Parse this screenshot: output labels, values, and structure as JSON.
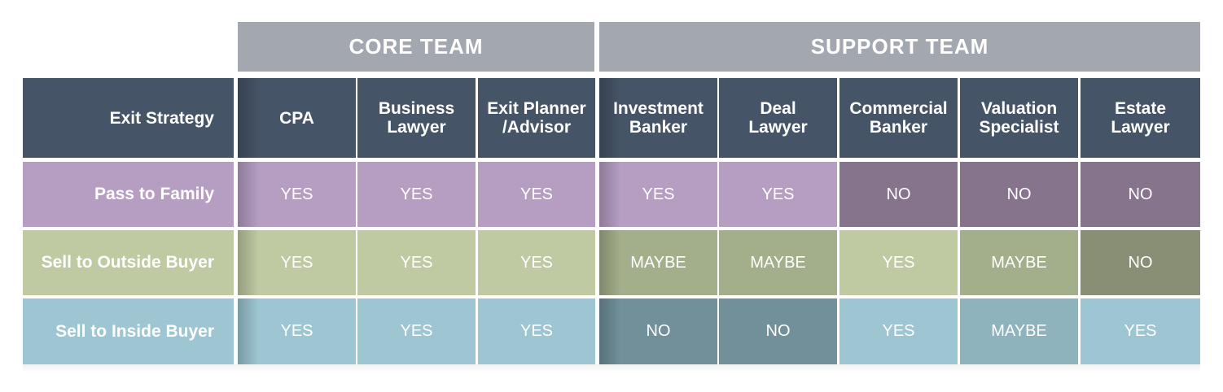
{
  "groups": {
    "core": "CORE TEAM",
    "support": "SUPPORT TEAM"
  },
  "header": {
    "row_label": "Exit Strategy",
    "columns": [
      "CPA",
      "Business\nLawyer",
      "Exit Planner\n/Advisor",
      "Investment\nBanker",
      "Deal\nLawyer",
      "Commercial\nBanker",
      "Valuation\nSpecialist",
      "Estate\nLawyer"
    ]
  },
  "rows": [
    {
      "label": "Pass to Family",
      "values": [
        "YES",
        "YES",
        "YES",
        "YES",
        "YES",
        "NO",
        "NO",
        "NO"
      ]
    },
    {
      "label": "Sell to Outside Buyer",
      "values": [
        "YES",
        "YES",
        "YES",
        "MAYBE",
        "MAYBE",
        "YES",
        "MAYBE",
        "NO"
      ]
    },
    {
      "label": "Sell to Inside Buyer",
      "values": [
        "YES",
        "YES",
        "YES",
        "NO",
        "NO",
        "YES",
        "MAYBE",
        "YES"
      ]
    }
  ],
  "colors": {
    "group_header": "#a3a8b0",
    "column_header": "#465467",
    "family": {
      "base": "#b59ec2",
      "dark": "#85748c"
    },
    "outside": {
      "light": "#bfcaa2",
      "mid": "#a3ae8b",
      "dark": "#888f74"
    },
    "inside": {
      "light": "#9ec6d2",
      "mid": "#8eb3bd",
      "dark": "#71909a"
    }
  }
}
